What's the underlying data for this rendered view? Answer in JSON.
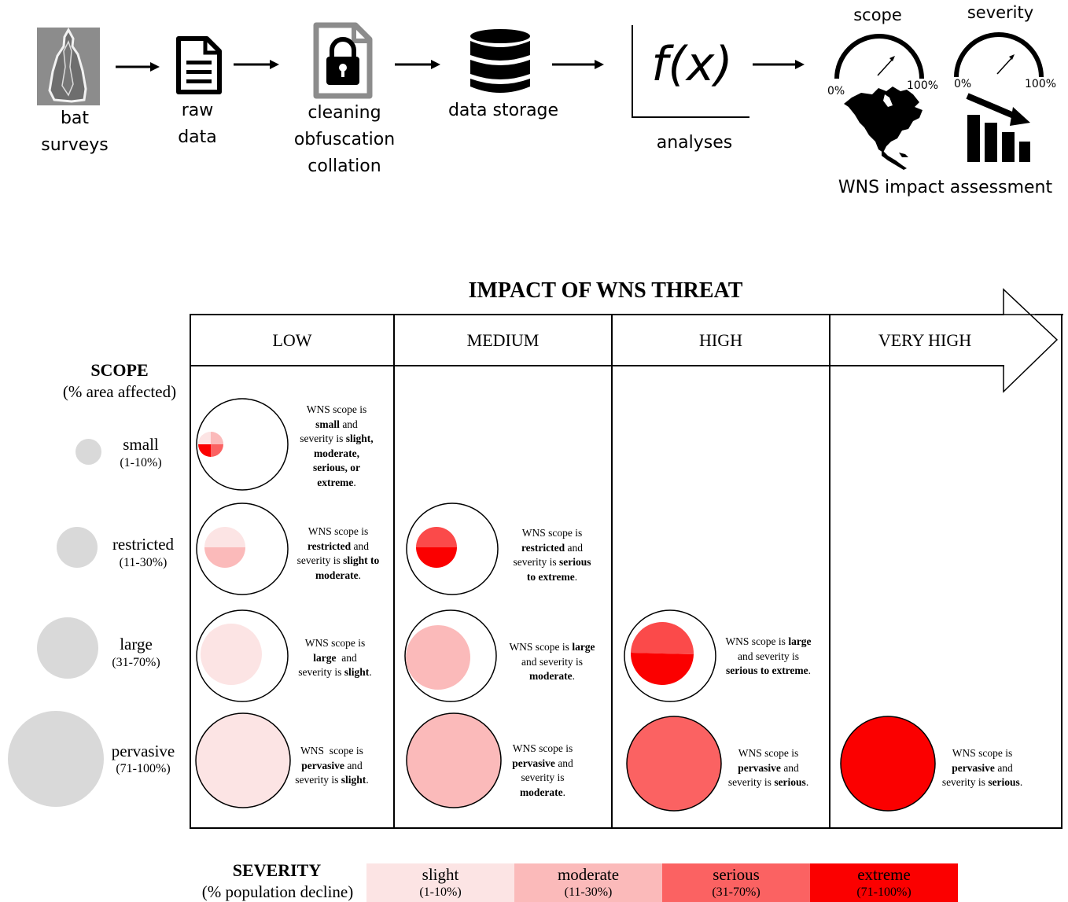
{
  "pipeline": {
    "steps": [
      {
        "icon": "bat-photo-icon",
        "lines": [
          "bat",
          "surveys"
        ]
      },
      {
        "icon": "document-icon",
        "lines": [
          "raw",
          "data"
        ]
      },
      {
        "icon": "locked-file-icon",
        "lines": [
          "cleaning",
          "obfuscation",
          "collation"
        ]
      },
      {
        "icon": "database-icon",
        "lines": [
          "data storage"
        ]
      },
      {
        "icon": "function-plot-icon",
        "formula": "f(x)",
        "lines": [
          "analyses"
        ]
      }
    ],
    "assessment": {
      "scope_label": "scope",
      "severity_label": "severity",
      "scope_min": "0%",
      "scope_max": "100%",
      "severity_min": "0%",
      "severity_max": "100%",
      "title": "WNS impact assessment",
      "map_icon": "north-america-map-icon",
      "decline_icon": "declining-bars-icon"
    }
  },
  "matrix": {
    "title": "IMPACT OF WNS THREAT",
    "columns": [
      "LOW",
      "MEDIUM",
      "HIGH",
      "VERY HIGH"
    ],
    "scope_heading": "SCOPE",
    "scope_subheading": "(% area affected)",
    "scope_levels": [
      {
        "name": "small",
        "range": "(1-10%)"
      },
      {
        "name": "restricted",
        "range": "(11-30%)"
      },
      {
        "name": "large",
        "range": "(31-70%)"
      },
      {
        "name": "pervasive",
        "range": "(71-100%)"
      }
    ],
    "cells": [
      {
        "row": "small",
        "column": "LOW",
        "description": [
          "WNS scope is",
          "small",
          "and",
          "severity is",
          "slight,",
          "moderate,",
          "serious, or",
          "extreme",
          "."
        ]
      },
      {
        "row": "restricted",
        "column": "LOW",
        "description": [
          "WNS scope is",
          "restricted",
          "and",
          "severity is",
          "slight to",
          "moderate",
          "."
        ]
      },
      {
        "row": "restricted",
        "column": "MEDIUM",
        "description": [
          "WNS scope is",
          "restricted",
          "and",
          "severity is",
          "serious",
          "to extreme",
          "."
        ]
      },
      {
        "row": "large",
        "column": "LOW",
        "description": [
          "WNS scope is",
          "large",
          "and",
          "severity is",
          "slight",
          "."
        ]
      },
      {
        "row": "large",
        "column": "MEDIUM",
        "description": [
          "WNS scope is",
          "large",
          "and severity is",
          "moderate",
          "."
        ]
      },
      {
        "row": "large",
        "column": "HIGH",
        "description": [
          "WNS scope is",
          "large",
          "and severity is",
          "serious to extreme",
          "."
        ]
      },
      {
        "row": "pervasive",
        "column": "LOW",
        "description": [
          "WNS  scope is",
          "pervasive",
          "and",
          "severity is",
          "slight",
          "."
        ]
      },
      {
        "row": "pervasive",
        "column": "MEDIUM",
        "description": [
          "WNS scope is",
          "pervasive",
          "and",
          "severity is",
          "moderate",
          "."
        ]
      },
      {
        "row": "pervasive",
        "column": "HIGH",
        "description": [
          "WNS scope is",
          "pervasive",
          "and",
          "severity is",
          "serious",
          "."
        ]
      },
      {
        "row": "pervasive",
        "column": "VERY HIGH",
        "description": [
          "WNS scope is",
          "pervasive",
          "and",
          "severity is",
          "serious",
          "."
        ]
      }
    ]
  },
  "severity": {
    "heading": "SEVERITY",
    "subheading": "(% population decline)",
    "levels": [
      {
        "name": "slight",
        "range": "(1-10%)",
        "color": "#fce4e4"
      },
      {
        "name": "moderate",
        "range": "(11-30%)",
        "color": "#fbbaba"
      },
      {
        "name": "serious",
        "range": "(31-70%)",
        "color": "#fb6262"
      },
      {
        "name": "extreme",
        "range": "(71-100%)",
        "color": "#fb0000"
      }
    ]
  },
  "colors": {
    "scope_grey": "#d9d9d9",
    "photo_grey": "#8c8c8c"
  }
}
